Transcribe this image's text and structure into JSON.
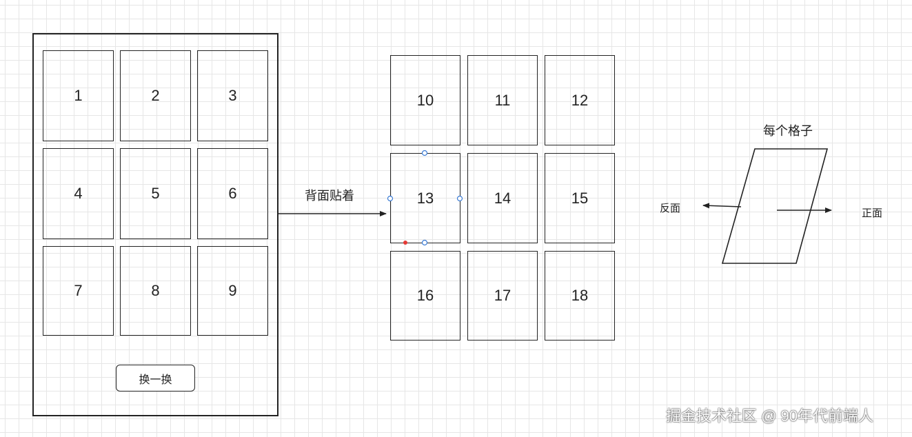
{
  "front_grid": {
    "cells": [
      "1",
      "2",
      "3",
      "4",
      "5",
      "6",
      "7",
      "8",
      "9"
    ]
  },
  "swap_button": {
    "label": "换一换"
  },
  "arrow_label": "背面贴着",
  "back_grid": {
    "cells": [
      "10",
      "11",
      "12",
      "13",
      "14",
      "15",
      "16",
      "17",
      "18"
    ]
  },
  "cell_diagram": {
    "title": "每个格子",
    "back_label": "反面",
    "front_label": "正面"
  },
  "watermark": "掘金技术社区 @ 90年代前端人",
  "colors": {
    "stroke": "#222222",
    "grid": "#e6e6e6",
    "handle_blue": "#3a7bd5",
    "handle_red": "#e53935"
  }
}
